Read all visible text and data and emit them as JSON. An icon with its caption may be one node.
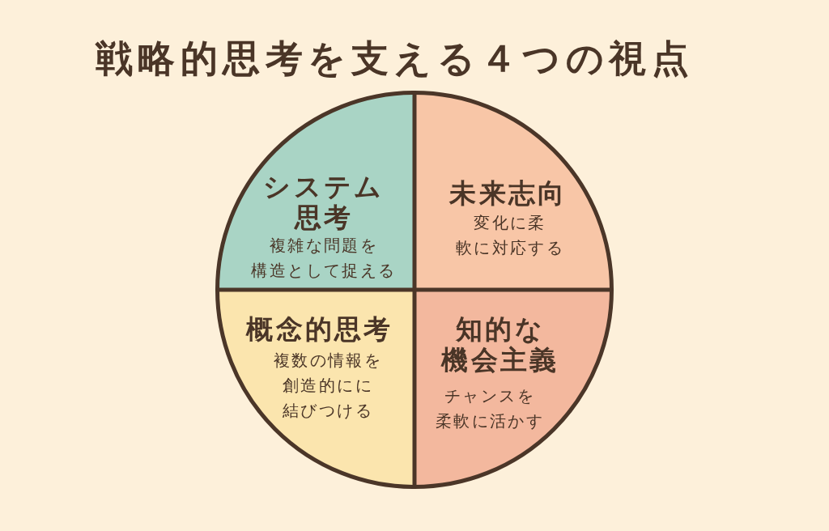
{
  "diagram": {
    "title": "戦略的思考を支える４つの視点",
    "nodes": [
      {
        "text": [
          "システム思考",
          "複雑な問題を構造として捉える"
        ]
      },
      {
        "text": [
          "未来志向",
          "変化に柔軟に対応する"
        ]
      },
      {
        "text": [
          "概念的思考",
          "複数の情報を創造的にに結びつける"
        ]
      },
      {
        "text": [
          "知的な機会主義",
          "チャンスを柔軟に活かす"
        ]
      }
    ]
  }
}
